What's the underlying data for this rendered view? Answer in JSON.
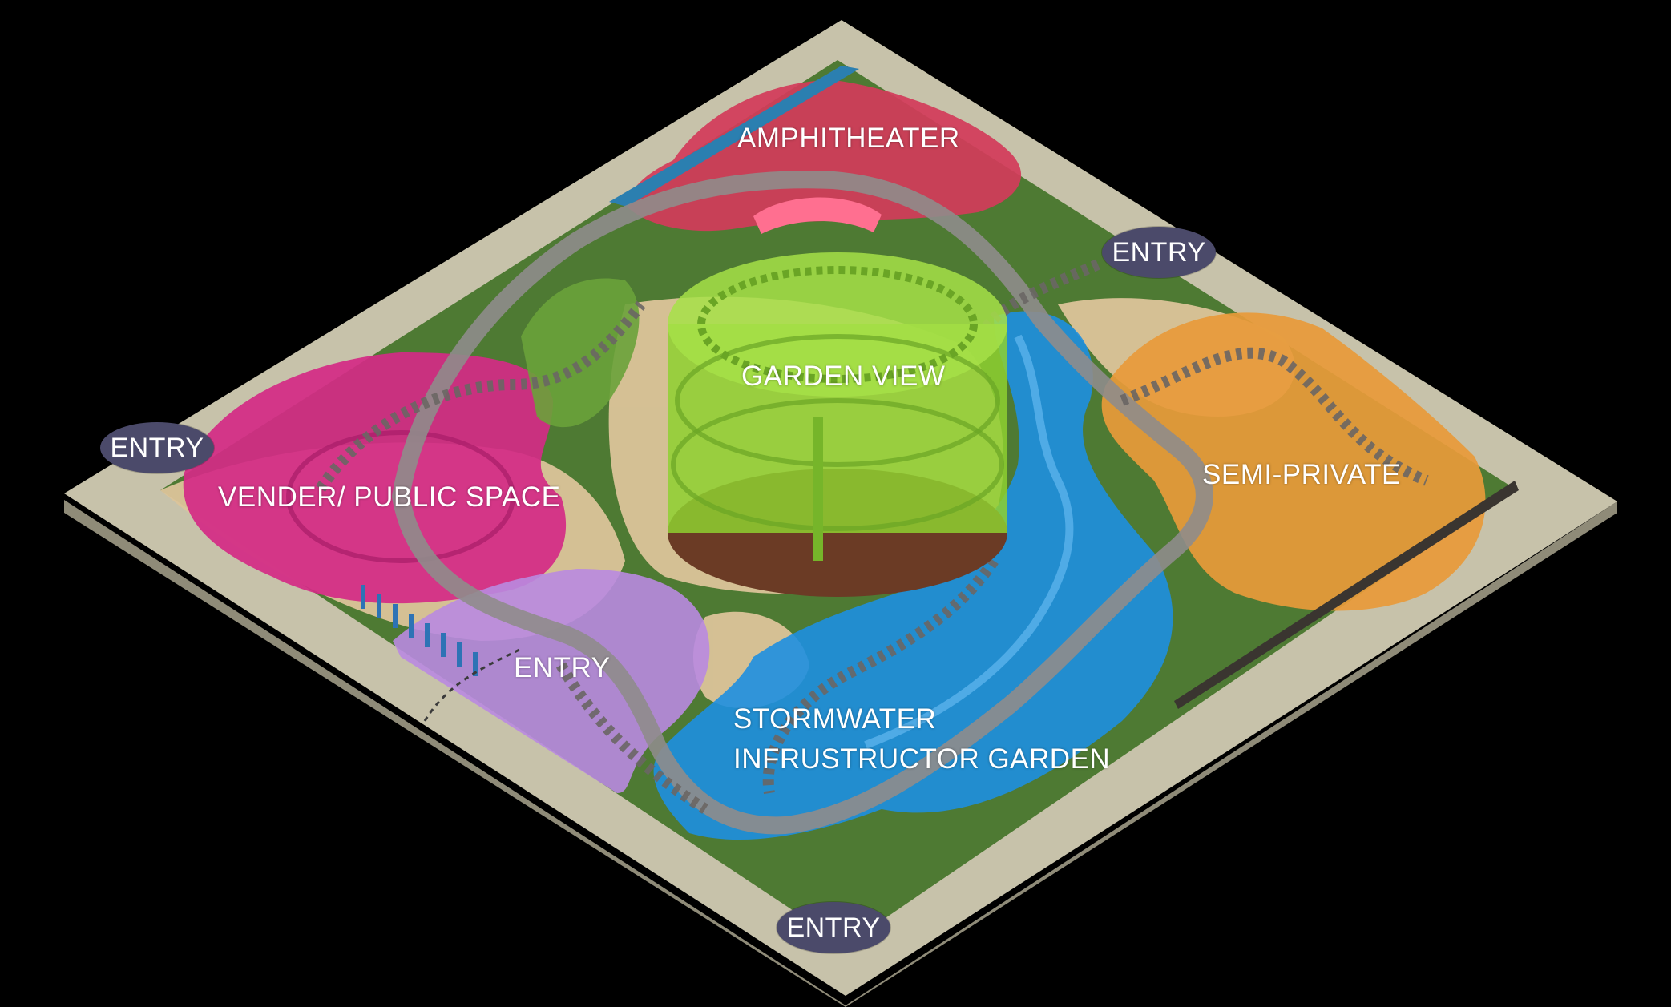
{
  "zones": {
    "amphitheater": "AMPHITHEATER",
    "garden_view": "GARDEN VIEW",
    "vender_public": "VENDER/ PUBLIC SPACE",
    "semi_private": "SEMI-PRIVATE",
    "entry_inner": "ENTRY",
    "stormwater_line1": "STORMWATER",
    "stormwater_line2": "INFRUSTRUCTOR GARDEN"
  },
  "entries": {
    "north_east": "ENTRY",
    "west": "ENTRY",
    "south": "ENTRY"
  },
  "colors": {
    "base_plate": "#c7c2aa",
    "lawn": "#4e7a33",
    "path_sand": "#dcc49a",
    "amphitheater": "#d23b5a",
    "vender": "#d42a86",
    "garden_view": "#8ed030",
    "semi_private": "#e89a3a",
    "entry_zone": "#b98ae0",
    "stormwater": "#1e8fe0",
    "walkway": "#8f8c8b",
    "entry_badge": "#4b4a6a"
  }
}
